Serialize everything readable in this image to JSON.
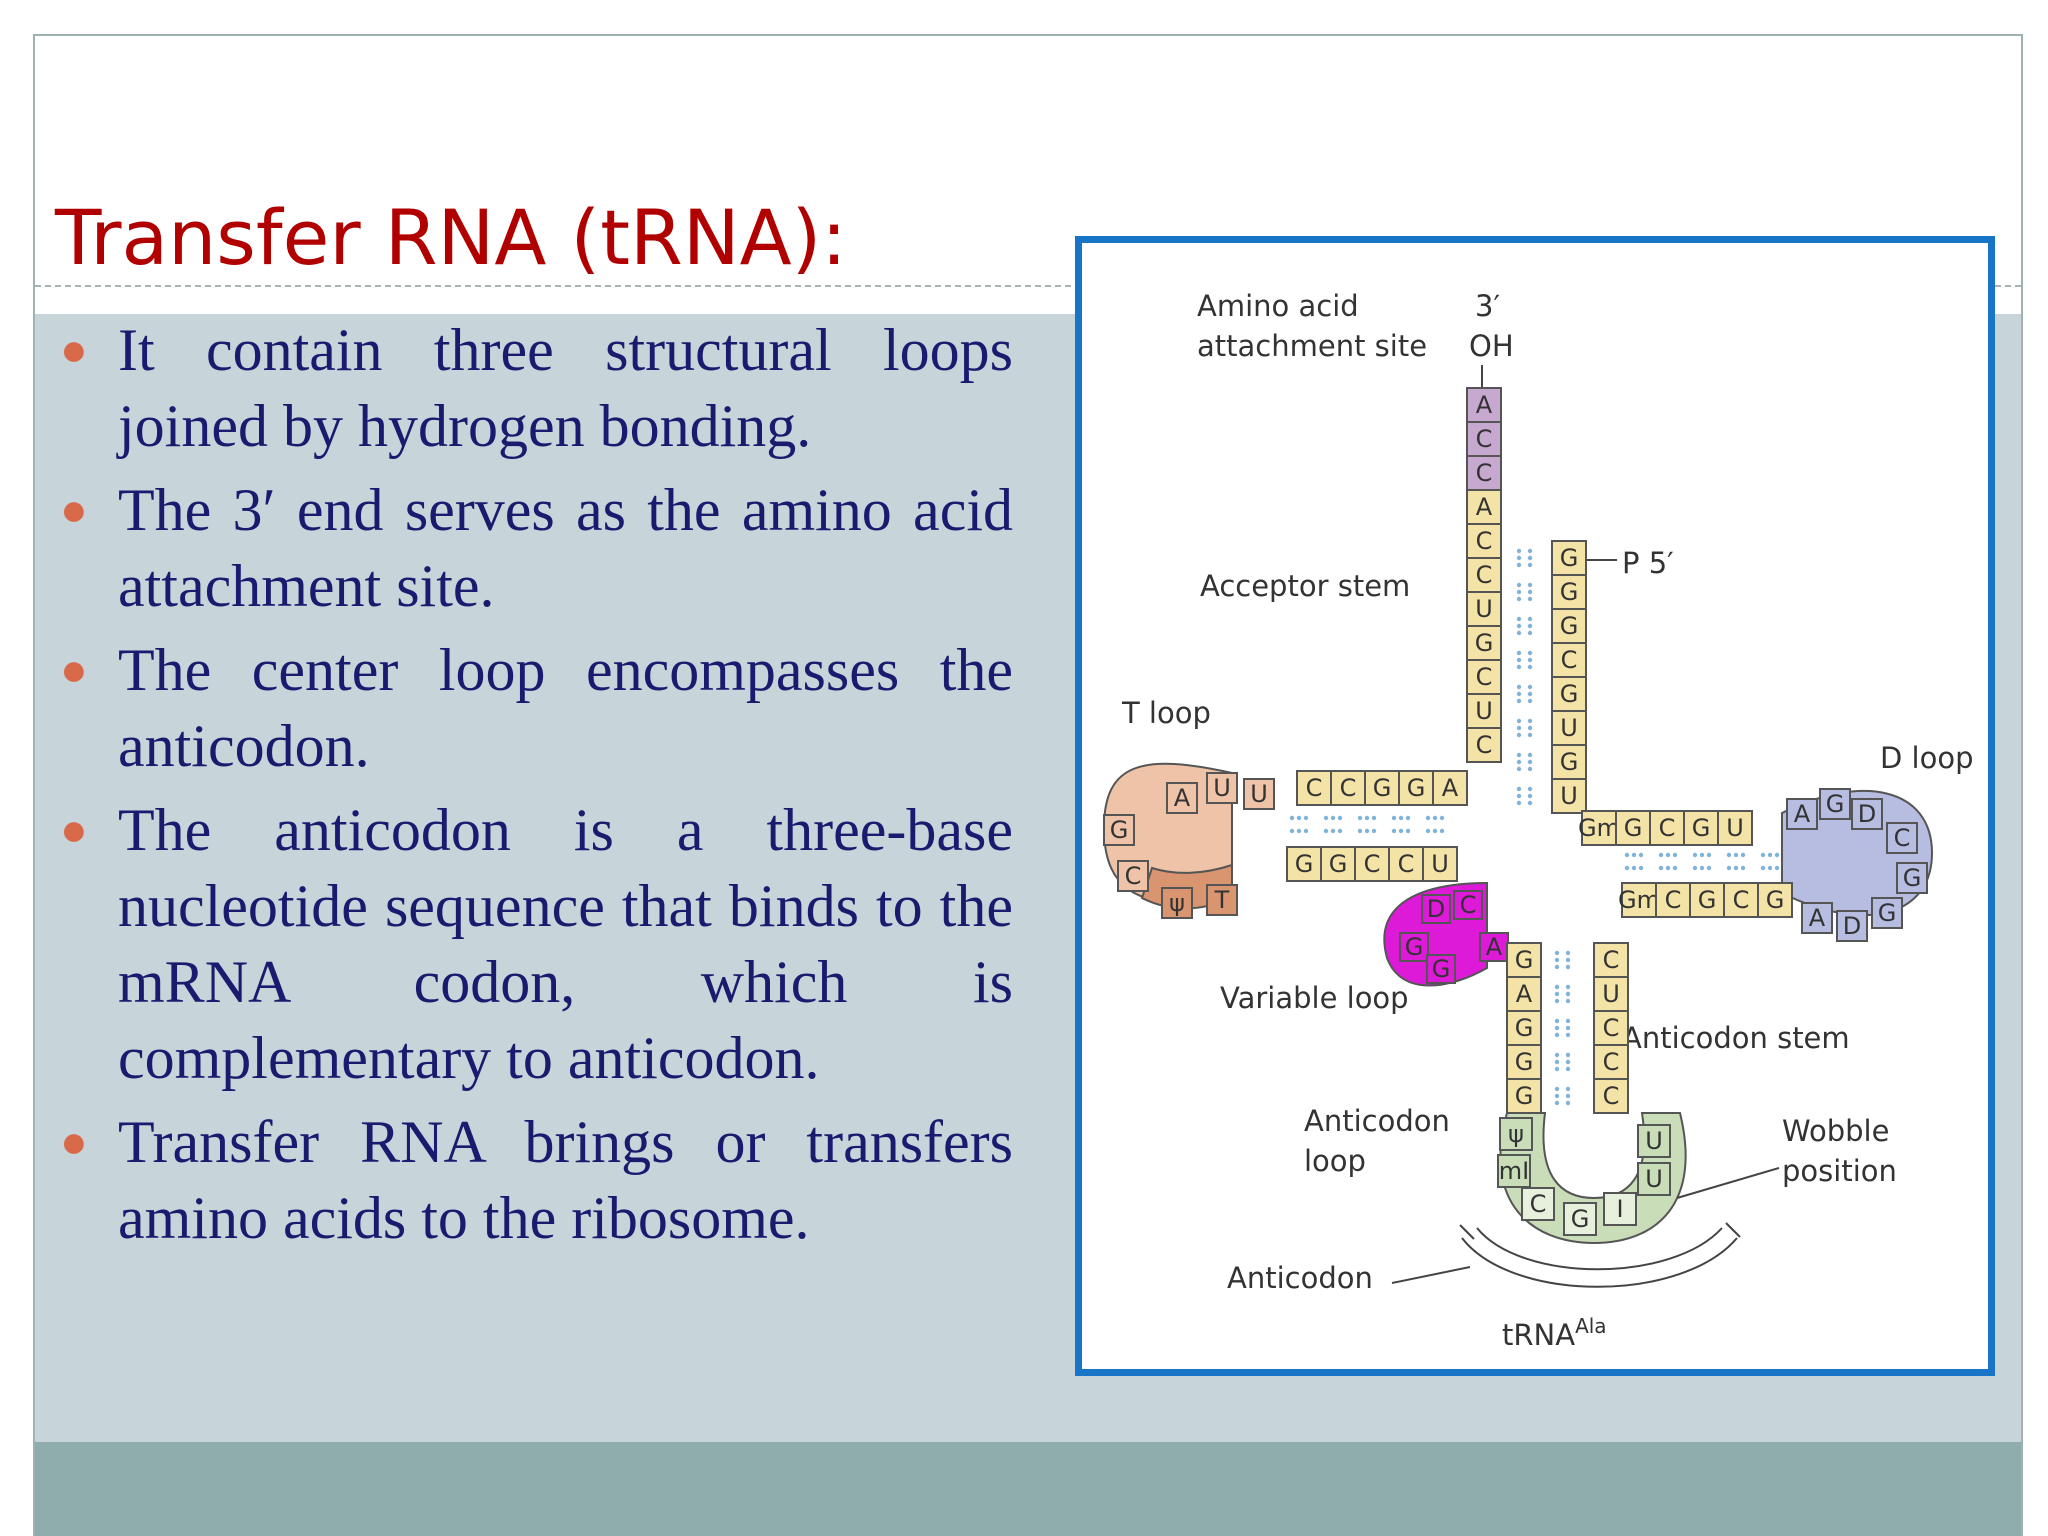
{
  "slide": {
    "title": "Transfer RNA (tRNA):",
    "bullets": [
      "It contain three structural loops joined by hydrogen bonding.",
      "The 3′ end serves as the amino acid attachment site.",
      "The center loop encompasses the anticodon.",
      "The anticodon is a three-base nucleotide sequence that binds to the mRNA codon, which is complementary to anticodon.",
      "Transfer RNA brings or transfers amino acids to the ribosome."
    ]
  },
  "diagram": {
    "labels": {
      "amino_acid_1": "Amino acid",
      "amino_acid_2": "attachment site",
      "three_prime": "3′",
      "oh": "OH",
      "acceptor_stem": "Acceptor stem",
      "p_five": "P  5′",
      "t_loop": "T loop",
      "d_loop": "D loop",
      "variable_loop": "Variable loop",
      "anticodon_stem": "Anticodon stem",
      "anticodon_loop_1": "Anticodon",
      "anticodon_loop_2": "loop",
      "wobble_1": "Wobble",
      "wobble_2": "position",
      "anticodon": "Anticodon",
      "trna": "tRNA",
      "ala": "Ala"
    },
    "sequences": {
      "stem_3prime": [
        "A",
        "C",
        "C",
        "A",
        "C",
        "C",
        "U",
        "G",
        "C",
        "U",
        "C"
      ],
      "stem_5prime": [
        "G",
        "G",
        "G",
        "C",
        "G",
        "U",
        "G",
        "U"
      ],
      "t_arm_top": [
        "C",
        "C",
        "G",
        "G",
        "A"
      ],
      "t_arm_bottom": [
        "G",
        "G",
        "C",
        "C",
        "U"
      ],
      "t_loop": [
        "A",
        "U",
        "U",
        "G",
        "C",
        "ψ",
        "T"
      ],
      "d_arm_top": [
        "Gm",
        "G",
        "C",
        "G",
        "U"
      ],
      "d_arm_bottom": [
        "Gm",
        "C",
        "G",
        "C",
        "G"
      ],
      "d_loop": [
        "A",
        "G",
        "D",
        "C",
        "G",
        "G",
        "D",
        "A"
      ],
      "variable_loop": [
        "D",
        "C",
        "G",
        "G",
        "A"
      ],
      "anticodon_stem_left": [
        "G",
        "A",
        "G",
        "G",
        "G"
      ],
      "anticodon_stem_right": [
        "C",
        "U",
        "C",
        "C",
        "C"
      ],
      "anticodon_loop": [
        "ψ",
        "mI",
        "C",
        "G",
        "I",
        "U",
        "U"
      ]
    },
    "colors": {
      "frame": "#1774c6",
      "cca": "#c7a8cf",
      "stem": "#f4e3a6",
      "t_loop": "#eec3a8",
      "t_loop_dark": "#d99570",
      "d_loop": "#b7bde0",
      "variable": "#dd1ad8",
      "anticodon_loop": "#c9ddb9",
      "anticodon_loop_light": "#e7efdd"
    }
  }
}
